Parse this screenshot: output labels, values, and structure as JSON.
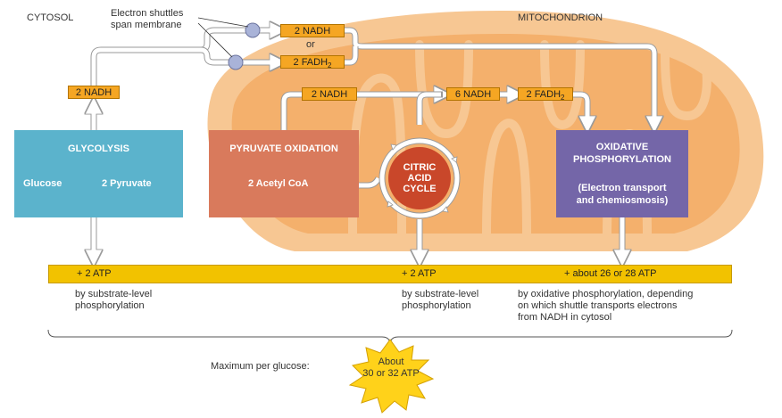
{
  "regions": {
    "cytosol": "CYTOSOL",
    "mitochondrion": "MITOCHONDRION"
  },
  "shuttle_label": "Electron shuttles\nspan membrane",
  "tags": {
    "nadh_top": "2 NADH",
    "or": "or",
    "fadh2_top_main": "2 FADH",
    "fadh2_top_sub": "2",
    "nadh_glycolysis": "2 NADH",
    "nadh_pyruvate": "2 NADH",
    "nadh_citric": "6 NADH",
    "fadh2_citric_main": "2 FADH",
    "fadh2_citric_sub": "2"
  },
  "glycolysis": {
    "title": "GLYCOLYSIS",
    "input": "Glucose",
    "output": "2 Pyruvate"
  },
  "pyruvate_oxidation": {
    "title": "PYRUVATE OXIDATION",
    "output": "2 Acetyl CoA"
  },
  "citric_acid_cycle": {
    "title": "CITRIC\nACID\nCYCLE"
  },
  "oxidative_phosphorylation": {
    "title": "OXIDATIVE\nPHOSPHORYLATION",
    "subtitle": "(Electron transport\nand chemiosmosis)"
  },
  "atp": {
    "glycolysis": "+ 2 ATP",
    "citric": "+ 2 ATP",
    "oxidative": "+ about 26 or 28 ATP"
  },
  "notes": {
    "glycolysis": "by substrate-level\nphosphorylation",
    "citric": "by substrate-level\nphosphorylation",
    "oxidative": "by oxidative phosphorylation, depending\non which shuttle transports electrons\nfrom NADH in cytosol"
  },
  "maximum": {
    "label": "Maximum per glucose:",
    "value": "About\n30 or 32 ATP"
  },
  "colors": {
    "mitochondrion_outer": "#f7c793",
    "mitochondrion_inner": "#f4b06c",
    "glycolysis": "#5bb3cc",
    "pyruvate": "#d97a5c",
    "citric": "#c9472a",
    "oxidative": "#7466a8",
    "tag": "#f5a623",
    "atp_band": "#f2c200",
    "star": "#ffd21a",
    "shuttle": "#a9b3d8"
  }
}
